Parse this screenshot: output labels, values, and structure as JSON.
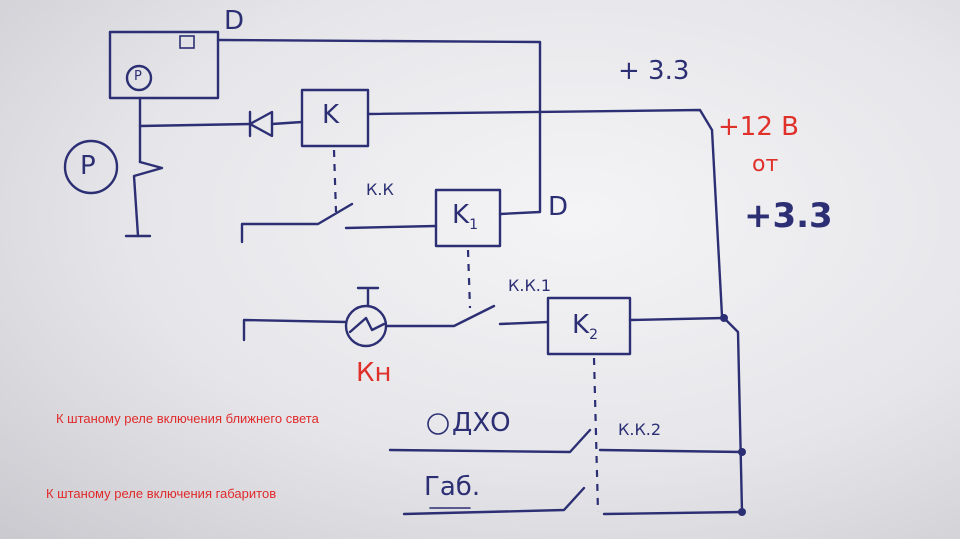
{
  "labels": {
    "d_top": "D",
    "d_right": "D",
    "p_inner": "P",
    "p_switch": "P",
    "relay_k": "K",
    "relay_k1": "K",
    "relay_k1_sub": "1",
    "relay_k2": "K",
    "relay_k2_sub": "2",
    "contact_kk": "К.К",
    "contact_kk1": "К.К.1",
    "contact_kk2": "К.К.2",
    "plus33_top": "+ 3.3",
    "plus33_big": "+3.3",
    "plus12": "+12 В",
    "or": "от",
    "button_kn": "Кн",
    "dho": "ДХО",
    "gab": "Габ."
  },
  "notes": {
    "low_beam": "К штаному реле включения ближнего света",
    "parking": "К штаному реле включения габаритов"
  },
  "colors": {
    "ink": "#2c2f73",
    "red": "#e0302a",
    "paper": "#f4f4f6"
  }
}
